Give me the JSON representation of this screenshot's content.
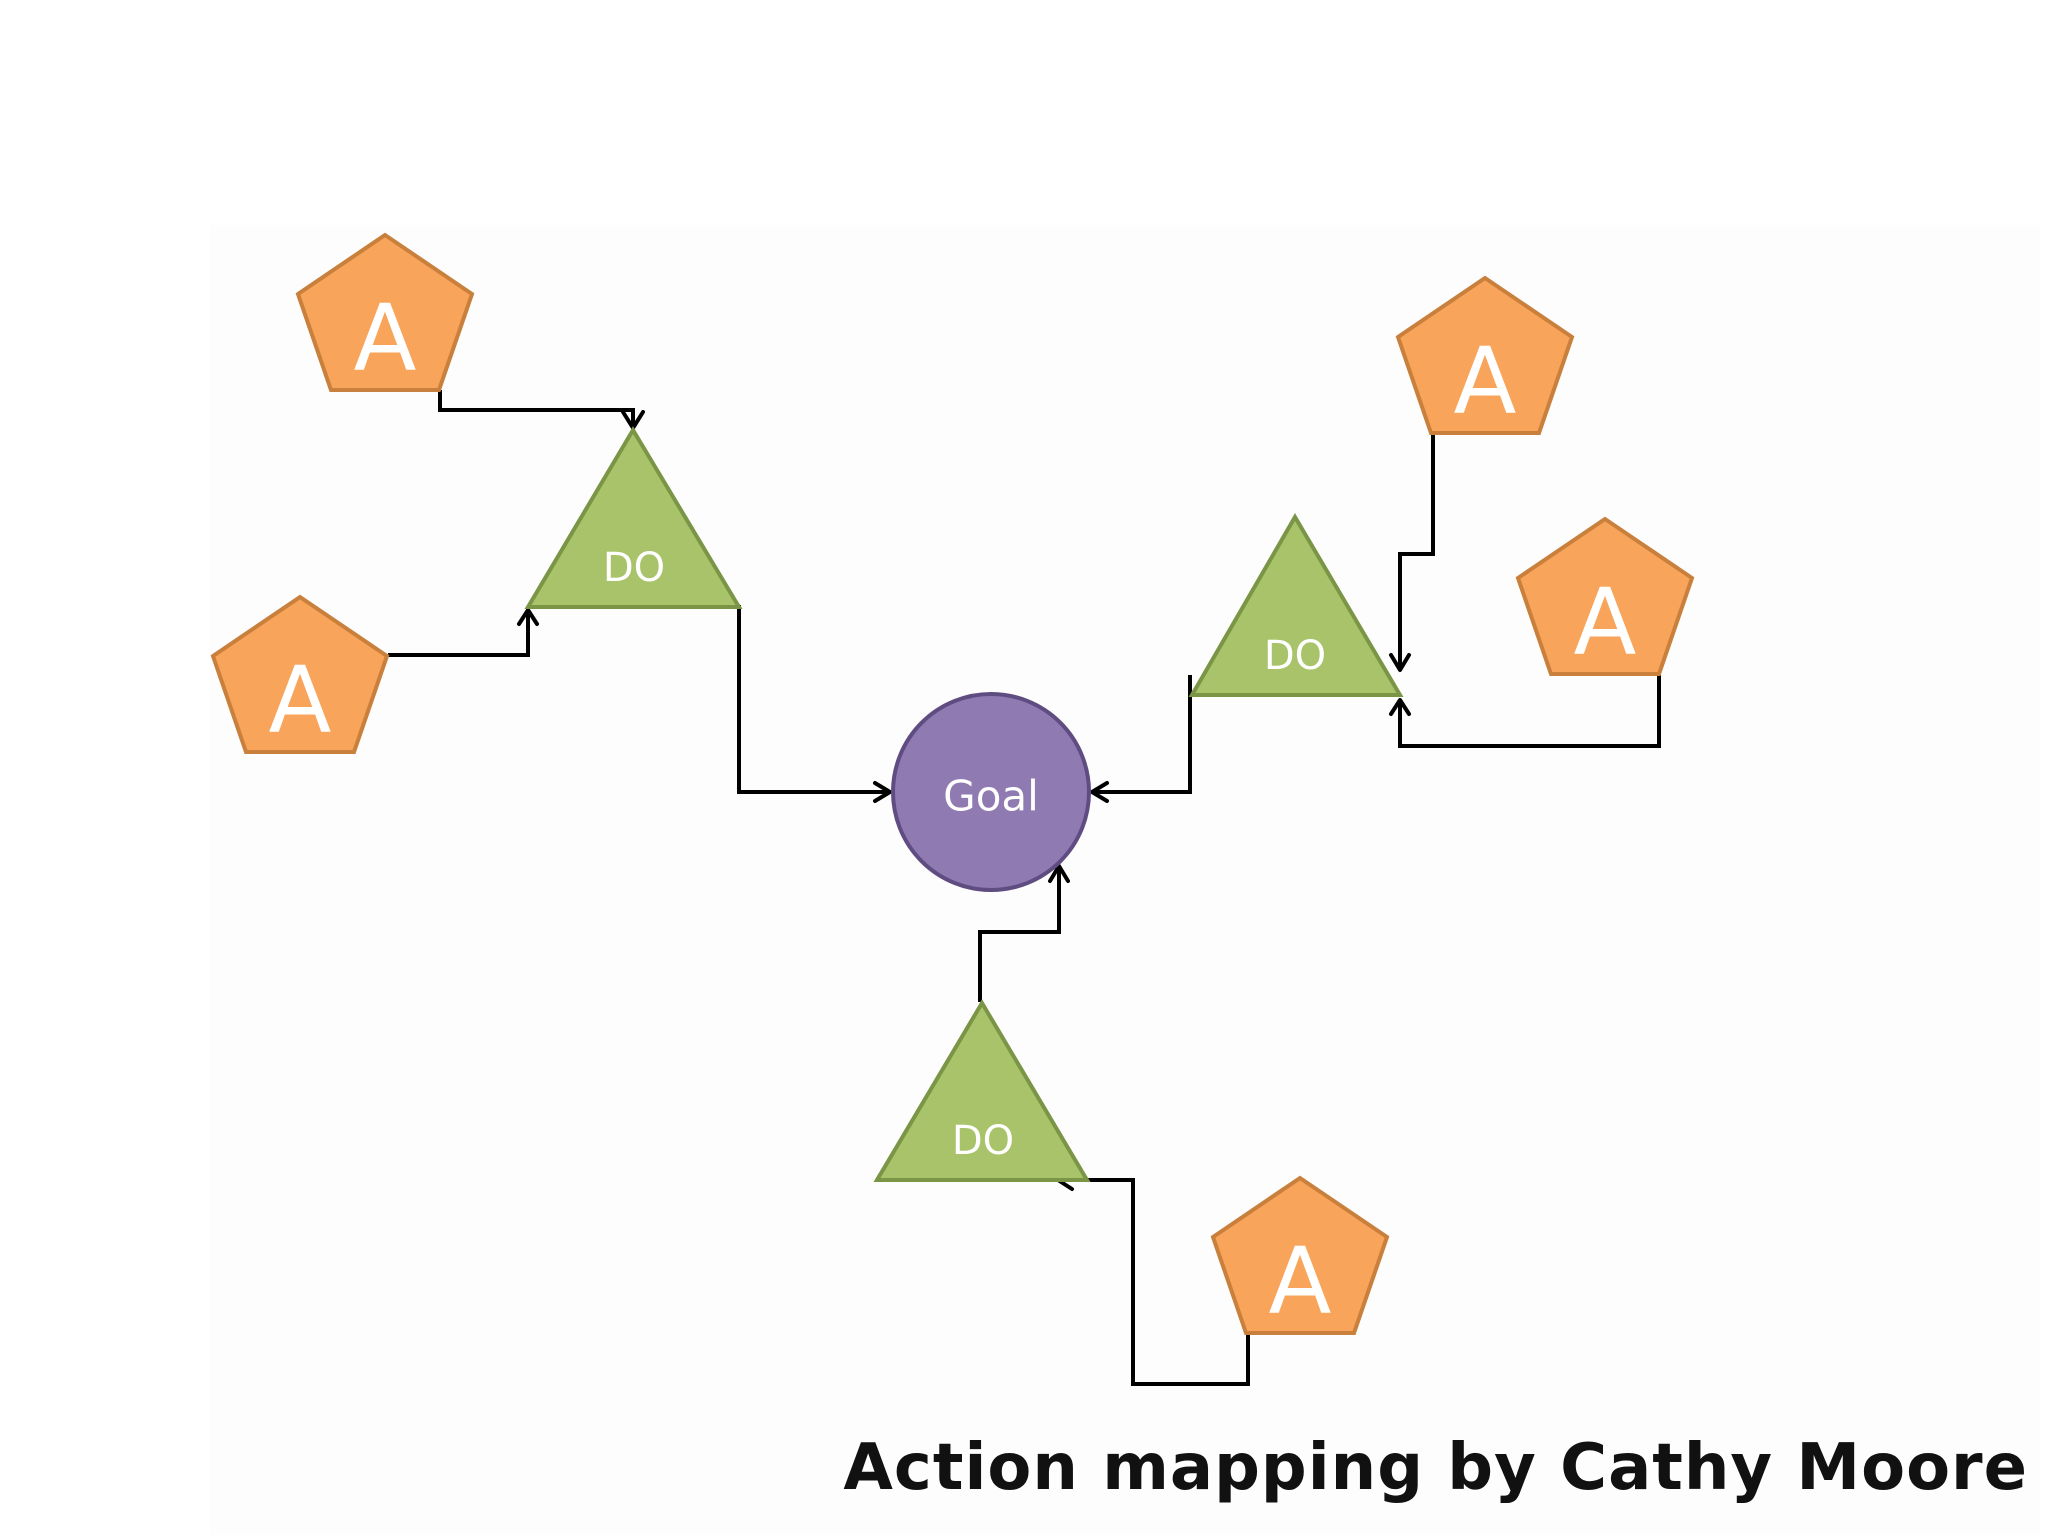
{
  "caption": "Action mapping by Cathy Moore",
  "goal": {
    "label": "Goal"
  },
  "do_label": "DO",
  "action_label": "A",
  "colors": {
    "action_fill": "#f8a45a",
    "action_stroke": "#c8803c",
    "do_fill": "#a8c36a",
    "do_stroke": "#7a9545",
    "goal_fill": "#907ab2",
    "goal_stroke": "#5f4d82",
    "connector": "#000000",
    "caption": "#111111"
  }
}
